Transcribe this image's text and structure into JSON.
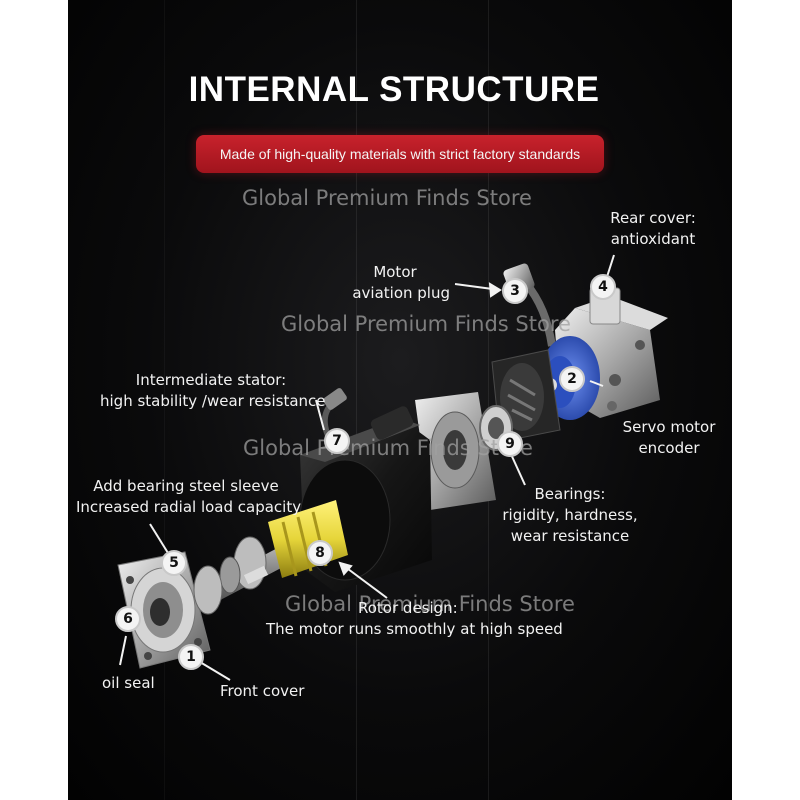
{
  "title": "INTERNAL STRUCTURE",
  "subtitle": "Made of high-quality materials with strict factory standards",
  "watermark": "Global Premium Finds Store",
  "labels": {
    "rear_cover": [
      "Rear cover:",
      "antioxidant"
    ],
    "aviation_plug": [
      "Motor",
      "aviation plug"
    ],
    "stator": [
      "Intermediate stator:",
      "high stability /wear resistance"
    ],
    "encoder": [
      "Servo motor",
      "encoder"
    ],
    "sleeve": [
      "Add bearing steel sleeve",
      "Increased radial load capacity"
    ],
    "bearings": [
      "Bearings:",
      "rigidity, hardness,",
      "wear resistance"
    ],
    "rotor": [
      "Rotor design:",
      "The motor runs smoothly at high speed"
    ],
    "oil_seal": "oil seal",
    "front_cover": "Front cover"
  },
  "markers": [
    "1",
    "2",
    "3",
    "4",
    "5",
    "6",
    "7",
    "8",
    "9"
  ],
  "colors": {
    "banner": "#b81a24",
    "background": "#0b0b0c",
    "rotor": "#e6d53a",
    "encoder": "#2f56c9"
  }
}
